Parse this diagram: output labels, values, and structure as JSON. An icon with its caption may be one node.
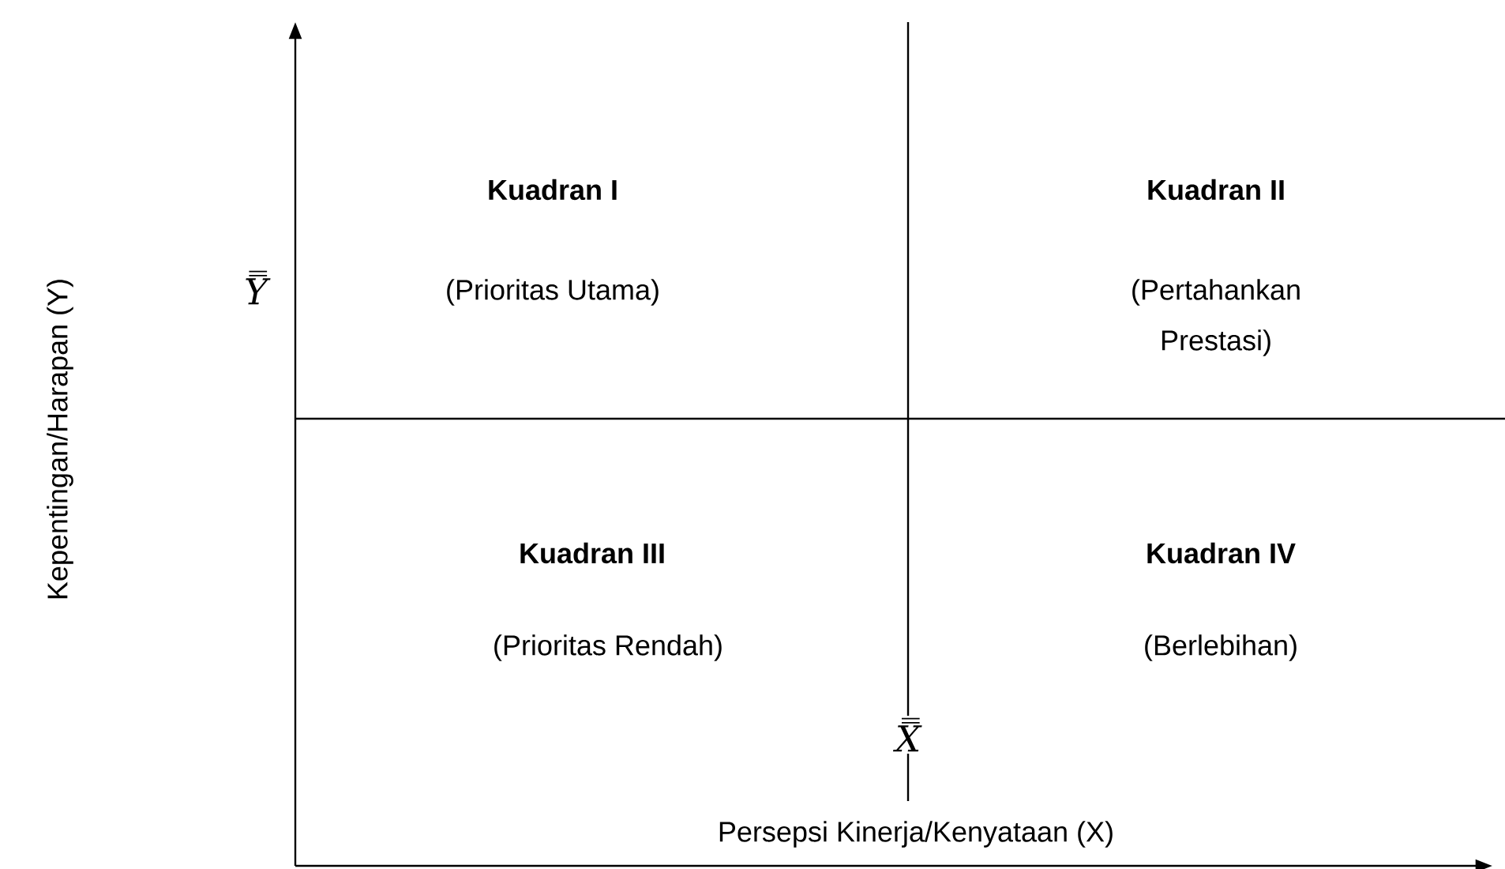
{
  "diagram": {
    "labels": [
      "Kuadran I",
      "Kuadran II",
      "Y̿",
      "(Prioritas Utama)",
      "(Pertahankan Prestasi)",
      "Kepentingan/Harapan (Y)",
      "Kuadran III",
      "Kuadran IV",
      "(Prioritas Rendah)",
      "(Berlebihan)",
      "X̿",
      "Persepsi Kinerja/Kenyataan (X)"
    ]
  }
}
